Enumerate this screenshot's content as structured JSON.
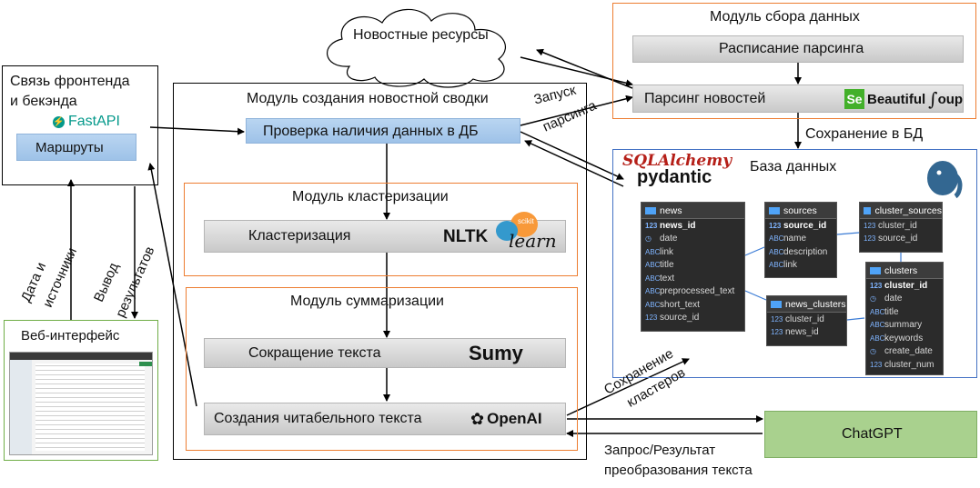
{
  "clouds": {
    "news_resources": "Новостные ресурсы"
  },
  "frontend": {
    "title_line1": "Связь фронтенда",
    "title_line2": "и бекэнда",
    "fastapi": "FastAPI",
    "routes": "Маршруты"
  },
  "web": {
    "title": "Веб-интерфейс"
  },
  "summary_module": {
    "title": "Модуль создания новостной сводки",
    "check_db": "Проверка наличия данных в ДБ"
  },
  "cluster_module": {
    "title": "Модуль кластеризации",
    "clustering": "Кластеризация",
    "nltk": "NLTK",
    "sklearn_top": "scikit",
    "sklearn": "learn"
  },
  "summarization_module": {
    "title": "Модуль суммаризации",
    "shorten": "Сокращение текста",
    "sumy": "Sumy",
    "readable": "Создания читабельного текста",
    "openai": "OpenAI"
  },
  "collect_module": {
    "title": "Модуль сбора данных",
    "schedule": "Расписание парсинга",
    "parsing": "Парсинг новостей",
    "bs_badge": "Se",
    "bs_name": "Beautiful",
    "bs_soup": "oup"
  },
  "db": {
    "title": "База данных",
    "sqlalchemy": "SQLAlchemy",
    "pydantic": "pydantic",
    "tables": [
      {
        "name": "news",
        "columns": [
          {
            "type": "123",
            "name": "news_id",
            "pk": true
          },
          {
            "type": "◷",
            "name": "date"
          },
          {
            "type": "ABC",
            "name": "link"
          },
          {
            "type": "ABC",
            "name": "title"
          },
          {
            "type": "ABC",
            "name": "text"
          },
          {
            "type": "ABC",
            "name": "preprocessed_text"
          },
          {
            "type": "ABC",
            "name": "short_text"
          },
          {
            "type": "123",
            "name": "source_id"
          }
        ]
      },
      {
        "name": "sources",
        "columns": [
          {
            "type": "123",
            "name": "source_id",
            "pk": true
          },
          {
            "type": "ABC",
            "name": "name"
          },
          {
            "type": "ABC",
            "name": "description"
          },
          {
            "type": "ABC",
            "name": "link"
          }
        ]
      },
      {
        "name": "cluster_sources",
        "columns": [
          {
            "type": "123",
            "name": "cluster_id"
          },
          {
            "type": "123",
            "name": "source_id"
          }
        ]
      },
      {
        "name": "clusters",
        "columns": [
          {
            "type": "123",
            "name": "cluster_id",
            "pk": true
          },
          {
            "type": "◷",
            "name": "date"
          },
          {
            "type": "ABC",
            "name": "title"
          },
          {
            "type": "ABC",
            "name": "summary"
          },
          {
            "type": "ABC",
            "name": "keywords"
          },
          {
            "type": "◷",
            "name": "create_date"
          },
          {
            "type": "123",
            "name": "cluster_num"
          }
        ]
      },
      {
        "name": "news_clusters",
        "columns": [
          {
            "type": "123",
            "name": "cluster_id"
          },
          {
            "type": "123",
            "name": "news_id"
          }
        ]
      }
    ]
  },
  "chatgpt": {
    "label": "ChatGPT"
  },
  "edges": {
    "launch_parsing_1": "Запуск",
    "launch_parsing_2": "парсинга",
    "save_db": "Сохранение в БД",
    "save_clusters_1": "Сохранение",
    "save_clusters_2": "кластеров",
    "request_1": "Запрос/Результат",
    "request_2": "преобразования текста",
    "data_1": "Дата и",
    "data_2": "источники",
    "output_1": "Вывод",
    "output_2": "результатов"
  }
}
